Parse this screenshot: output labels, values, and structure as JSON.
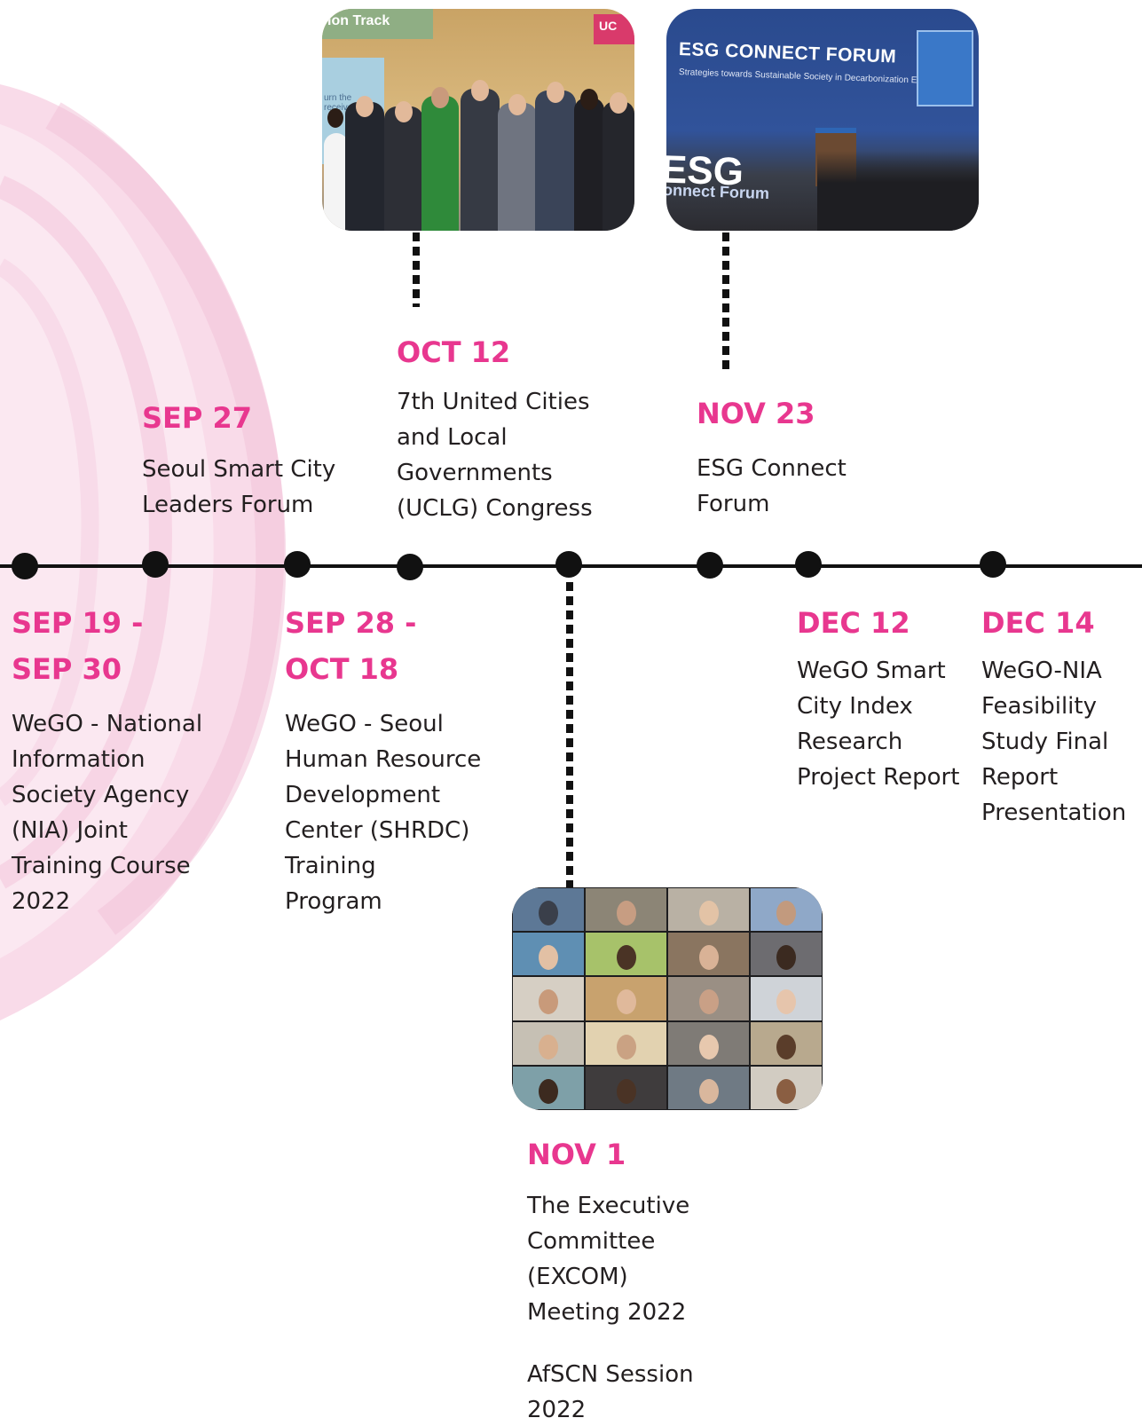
{
  "events": {
    "sep27": {
      "date": "SEP 27",
      "desc": [
        "Seoul Smart City",
        "Leaders Forum"
      ]
    },
    "oct12": {
      "date": "OCT 12",
      "desc": [
        "7th United Cities",
        "and Local",
        "Governments",
        "(UCLG) Congress"
      ]
    },
    "nov23": {
      "date": "NOV 23",
      "desc": [
        "ESG Connect",
        "Forum"
      ]
    },
    "sep19": {
      "date": [
        "SEP 19 -",
        "SEP 30"
      ],
      "desc": [
        "WeGO - National",
        "Information",
        "Society Agency",
        "(NIA) Joint",
        "Training Course",
        "2022"
      ]
    },
    "sep28": {
      "date": [
        "SEP 28 -",
        "OCT 18"
      ],
      "desc": [
        "WeGO - Seoul",
        "Human Resource",
        "Development",
        "Center (SHRDC)",
        "Training",
        "Program"
      ]
    },
    "dec12": {
      "date": "DEC 12",
      "desc": [
        "WeGO Smart",
        "City Index",
        "Research",
        "Project Report"
      ]
    },
    "dec14": {
      "date": "DEC 14",
      "desc": [
        "WeGO-NIA",
        "Feasibility",
        "Study Final",
        "Report",
        "Presentation"
      ]
    },
    "nov1": {
      "date": "NOV 1",
      "desc": [
        "The Executive",
        "Committee",
        "(EXCOM)",
        "Meeting 2022"
      ],
      "desc2": [
        "AfSCN Session",
        "2022"
      ]
    }
  },
  "photos": {
    "uclg": {
      "banner_left": "ion Track",
      "banner_right": "UC",
      "screen_text": "urn the receiver"
    },
    "esg": {
      "title": "ESG CONNECT FORUM",
      "subtitle": "Strategies towards Sustainable Society in Decarbonization Era",
      "big": "ESG",
      "big2": "onnect Forum"
    }
  },
  "colors": {
    "accent": "#e8378f",
    "text": "#231f20",
    "line": "#111111",
    "swirl": "#f7d3e5"
  }
}
